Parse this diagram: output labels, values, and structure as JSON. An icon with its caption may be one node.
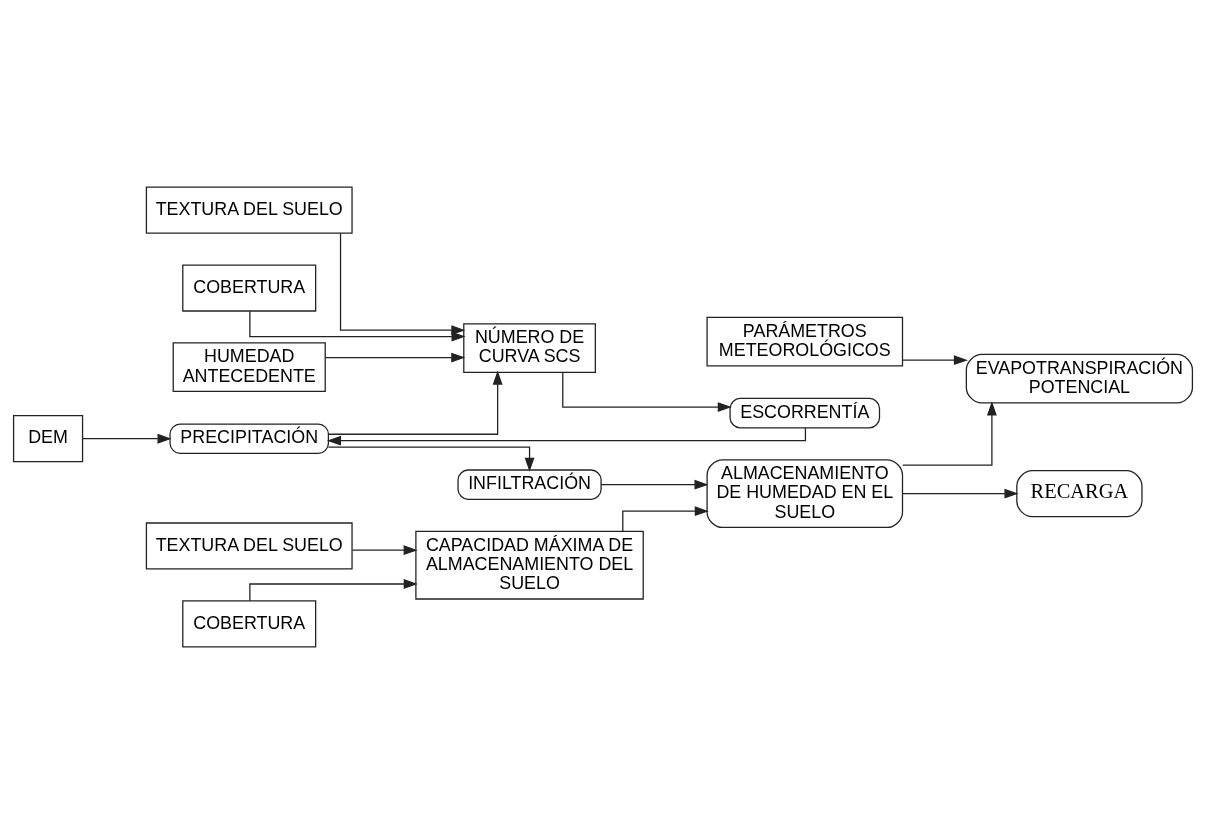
{
  "diagram": {
    "nodes": [
      {
        "text": [
          "PARÁMETROS METEOROLÓGICOS"
        ]
      },
      {
        "text": [
          "EVAPOTRANSPIRACIÓN POTENCIAL"
        ]
      },
      {
        "text": [
          "PRECIPITACIÓN"
        ]
      },
      {
        "text": [
          "INFILTRACIÓN"
        ]
      },
      {
        "text": [
          "TEXTURA DEL SUELO"
        ]
      },
      {
        "text": [
          "NÚMERO DE CURVA SCS"
        ]
      },
      {
        "text": [
          "COBERTURA"
        ]
      },
      {
        "text": [
          "HUMEDAD ANTECEDENTE"
        ]
      },
      {
        "text": [
          "ALMACENAMIENTO DE HUMEDAD EN EL SUELO"
        ]
      },
      {
        "text": [
          "DEM"
        ]
      },
      {
        "text": [
          "ESCORRENTÍA"
        ]
      },
      {
        "text": [
          "TEXTURA DEL SUELO"
        ]
      },
      {
        "text": [
          "CAPACIDAD MÁXIMA DE ALMACENAMIENTO DEL SUELO"
        ]
      },
      {
        "text": [
          "RECARGA"
        ]
      },
      {
        "text": [
          "COBERTURA"
        ]
      }
    ],
    "edges": [
      {
        "from": 0,
        "to": 1,
        "arrow": "to"
      },
      {
        "from": 8,
        "to": 1,
        "arrow": "to"
      },
      {
        "from": 2,
        "to": 3,
        "arrow": "to"
      },
      {
        "from": 2,
        "to": 5,
        "arrow": "to"
      },
      {
        "from": 4,
        "to": 5,
        "arrow": "to"
      },
      {
        "from": 6,
        "to": 5,
        "arrow": "to"
      },
      {
        "from": 7,
        "to": 5,
        "arrow": "to"
      },
      {
        "from": 9,
        "to": 2,
        "arrow": "to"
      },
      {
        "from": 10,
        "to": 2,
        "arrow": "to"
      },
      {
        "from": 5,
        "to": 10,
        "arrow": "to"
      },
      {
        "from": 3,
        "to": 8,
        "arrow": "to"
      },
      {
        "from": 12,
        "to": 8,
        "arrow": "to"
      },
      {
        "from": 8,
        "to": 13,
        "arrow": "to"
      },
      {
        "from": 11,
        "to": 12,
        "arrow": "to"
      },
      {
        "from": 14,
        "to": 12,
        "arrow": "to"
      }
    ]
  }
}
